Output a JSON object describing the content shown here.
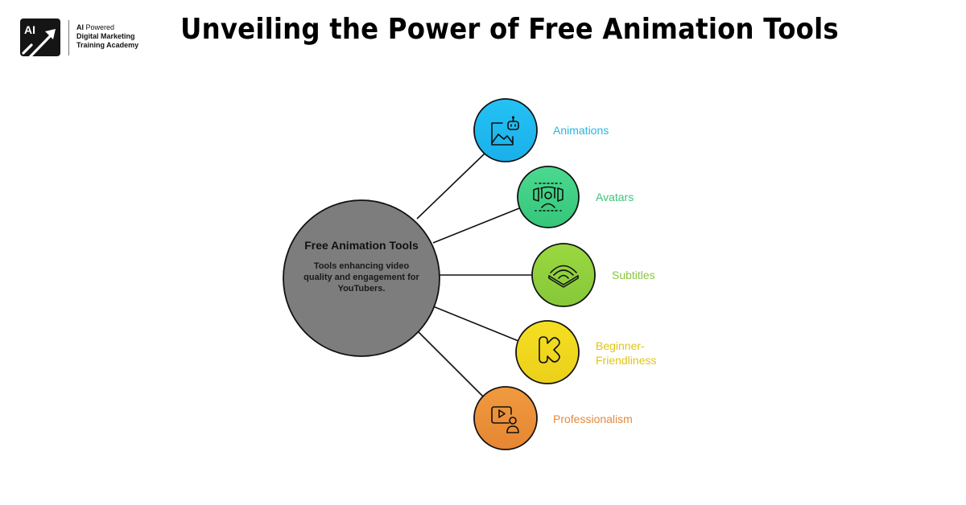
{
  "logo": {
    "mark_text": "AI",
    "line1_bold": "AI",
    "line1_rest": " Powered",
    "line2": "Digital Marketing",
    "line3": "Training Academy"
  },
  "title": "Unveiling the Power of Free Animation Tools",
  "center": {
    "title": "Free Animation Tools",
    "description": "Tools enhancing video quality and engagement for YouTubers.",
    "fill": "#7d7d7d"
  },
  "branches": [
    {
      "label": "Animations",
      "icon": "image-robot-icon",
      "color": "#1fb9ef",
      "text_color": "#2bb4e3"
    },
    {
      "label": "Avatars",
      "icon": "avatar-scan-icon",
      "color": "#3ecf84",
      "text_color": "#3fc47e"
    },
    {
      "label": "Subtitles",
      "icon": "audible-icon",
      "color": "#92d13e",
      "text_color": "#8cc63f"
    },
    {
      "label": "Beginner-Friendliness",
      "label_line1": "Beginner-",
      "label_line2": "Friendliness",
      "icon": "kick-logo-icon",
      "color": "#f0d81e",
      "text_color": "#e0c515"
    },
    {
      "label": "Professionalism",
      "icon": "video-presenter-icon",
      "color": "#ec8f38",
      "text_color": "#e58a3a"
    }
  ]
}
